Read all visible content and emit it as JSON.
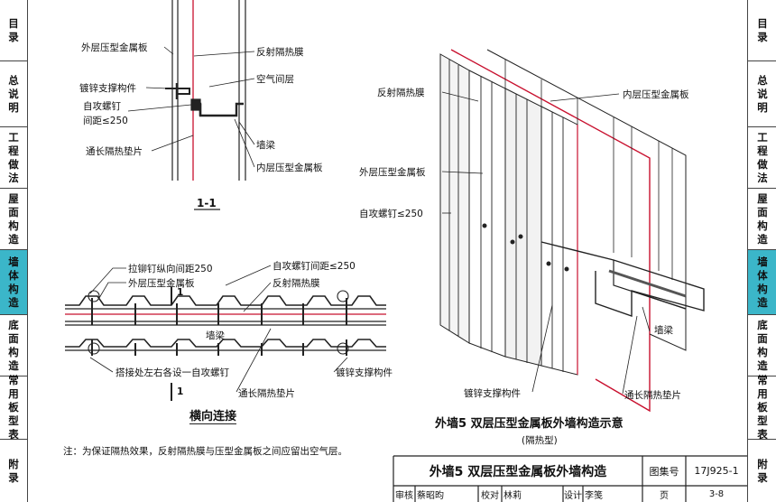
{
  "left_tabs": [
    "目录",
    "总说明",
    "工程做法",
    "屋面构造",
    "墙体构造",
    "底面构造",
    "常用板型表",
    "附录"
  ],
  "right_tabs": [
    "目录",
    "总说明",
    "工程做法",
    "屋面构造",
    "墙体构造",
    "底面构造",
    "常用板型表",
    "附录"
  ],
  "active_tab": "墙体构造",
  "section_1_1": {
    "labels": {
      "outer_panel": "外层压型金属板",
      "support": "镀锌支撑构件",
      "screw_line1": "自攻螺钉",
      "screw_line2": "间距≤250",
      "pad": "通长隔热垫片",
      "film": "反射隔热膜",
      "air": "空气间层",
      "beam": "墙梁",
      "inner_panel": "内层压型金属板"
    },
    "title": "1-1"
  },
  "horizontal": {
    "labels": {
      "rivet": "拉铆钉纵向间距250",
      "outer_panel": "外层压型金属板",
      "screw": "自攻螺钉间距≤250",
      "film": "反射隔热膜",
      "beam": "墙梁",
      "lap_screw": "搭接处左右各设一自攻螺钉",
      "support": "镀锌支撑构件",
      "pad": "通长隔热垫片",
      "cut_mark": "1"
    },
    "title": "横向连接"
  },
  "iso": {
    "labels": {
      "film": "反射隔热膜",
      "inner_panel": "内层压型金属板",
      "outer_panel": "外层压型金属板",
      "screw": "自攻螺钉≤250",
      "beam": "墙梁",
      "support": "镀锌支撑构件",
      "pad": "通长隔热垫片"
    },
    "title": "外墙5  双层压型金属板外墙构造示意",
    "subtitle": "(隔热型)"
  },
  "note": "注：为保证隔热效果，反射隔热膜与压型金属板之间应留出空气层。",
  "title_block": {
    "title": "外墙5  双层压型金属板外墙构造",
    "atlas_label": "图集号",
    "atlas_no": "17J925-1",
    "review_label": "审核",
    "reviewer": "蔡昭昀",
    "check_label": "校对",
    "checker": "林莉",
    "design_label": "设计",
    "designer": "李笺",
    "page_label": "页",
    "page_no": "3-8"
  },
  "colors": {
    "accent": "#3bb6c9",
    "film": "#c8102e"
  }
}
